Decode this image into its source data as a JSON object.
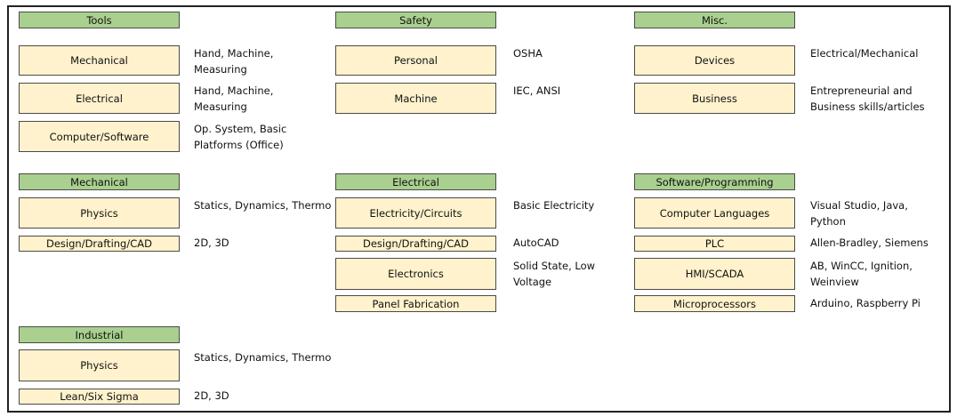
{
  "sections": {
    "tools": {
      "header": "Tools",
      "items": [
        {
          "label": "Mechanical",
          "note": "Hand, Machine,\nMeasuring"
        },
        {
          "label": "Electrical",
          "note": "Hand, Machine,\nMeasuring"
        },
        {
          "label": "Computer/Software",
          "note": "Op. System, Basic\nPlatforms (Office)"
        }
      ]
    },
    "safety": {
      "header": "Safety",
      "items": [
        {
          "label": "Personal",
          "note": "OSHA"
        },
        {
          "label": "Machine",
          "note": "IEC, ANSI"
        }
      ]
    },
    "misc": {
      "header": "Misc.",
      "items": [
        {
          "label": "Devices",
          "note": "Electrical/Mechanical"
        },
        {
          "label": "Business",
          "note": "Entrepreneurial and\nBusiness skills/articles"
        }
      ]
    },
    "mechanical": {
      "header": "Mechanical",
      "items": [
        {
          "label": "Physics",
          "note": "Statics, Dynamics, Thermo"
        },
        {
          "label": "Design/Drafting/CAD",
          "note": "2D, 3D"
        }
      ]
    },
    "electrical": {
      "header": "Electrical",
      "items": [
        {
          "label": "Electricity/Circuits",
          "note": "Basic Electricity"
        },
        {
          "label": "Design/Drafting/CAD",
          "note": "AutoCAD"
        },
        {
          "label": "Electronics",
          "note": "Solid State, Low\nVoltage"
        },
        {
          "label": "Panel Fabrication",
          "note": ""
        }
      ]
    },
    "software": {
      "header": "Software/Programming",
      "items": [
        {
          "label": "Computer Languages",
          "note": "Visual Studio, Java,\nPython"
        },
        {
          "label": "PLC",
          "note": "Allen-Bradley, Siemens"
        },
        {
          "label": "HMI/SCADA",
          "note": "AB, WinCC, Ignition,\nWeinview"
        },
        {
          "label": "Microprocessors",
          "note": "Arduino, Raspberry Pi"
        }
      ]
    },
    "industrial": {
      "header": "Industrial",
      "items": [
        {
          "label": "Physics",
          "note": "Statics, Dynamics, Thermo"
        },
        {
          "label": "Lean/Six Sigma",
          "note": "2D, 3D"
        }
      ]
    }
  },
  "colors": {
    "header_fill": "#a9d08e",
    "box_fill": "#fff2cc",
    "border": "#4a4a4a"
  }
}
